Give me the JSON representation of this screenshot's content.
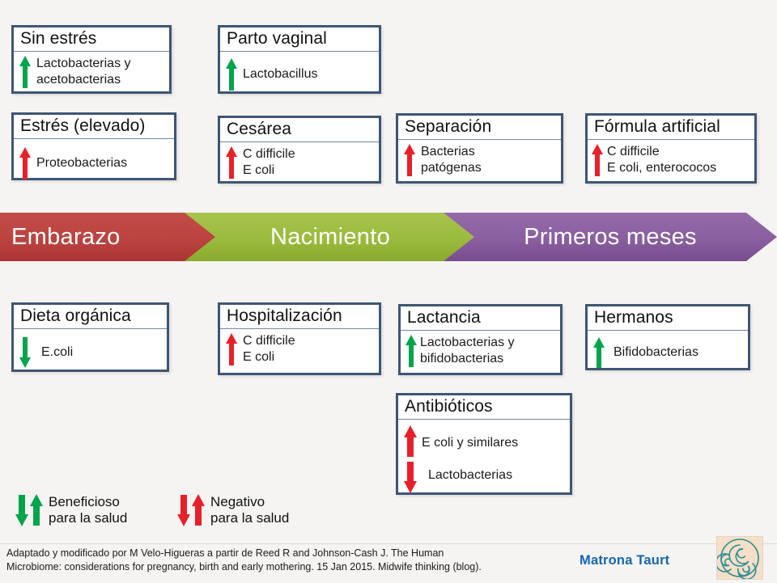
{
  "meta": {
    "background_color": "#f5f4f2",
    "box_border_color": "#3d5675",
    "up_good_color": "#00a44a",
    "up_bad_color": "#e8202a",
    "title_color": "#111111"
  },
  "stage_band": {
    "stages": [
      {
        "label": "Embarazo",
        "color": "#bf4340",
        "color_dark": "#a93532"
      },
      {
        "label": "Nacimiento",
        "color": "#9bbb3e",
        "color_dark": "#8aac2e"
      },
      {
        "label": "Primeros meses",
        "color": "#8a5fa0",
        "color_dark": "#7b4f92"
      }
    ]
  },
  "boxes": [
    {
      "id": "sin-estres",
      "title": "Sin estrés",
      "entries": [
        {
          "text": "Lactobacterias y",
          "direction": "up",
          "color": "good",
          "arrow": true
        },
        {
          "text": "acetobacterias",
          "direction": "up",
          "color": "good",
          "arrow": false
        }
      ]
    },
    {
      "id": "estres-elevado",
      "title": "Estrés (elevado)",
      "entries": [
        {
          "text": "Proteobacterias",
          "direction": "up",
          "color": "bad",
          "arrow": true
        }
      ]
    },
    {
      "id": "parto-vaginal",
      "title": "Parto vaginal",
      "entries": [
        {
          "text": "Lactobacillus",
          "direction": "up",
          "color": "good",
          "arrow": true
        }
      ]
    },
    {
      "id": "cesarea",
      "title": "Cesárea",
      "entries": [
        {
          "text": "C difficile",
          "direction": "up",
          "color": "bad",
          "arrow": true
        },
        {
          "text": "E coli",
          "direction": "up",
          "color": "bad",
          "arrow": false
        }
      ]
    },
    {
      "id": "separacion",
      "title": "Separación",
      "entries": [
        {
          "text": "Bacterias",
          "direction": "up",
          "color": "bad",
          "arrow": true
        },
        {
          "text": "patógenas",
          "direction": "up",
          "color": "bad",
          "arrow": false
        }
      ]
    },
    {
      "id": "formula-artificial",
      "title": "Fórmula artificial",
      "entries": [
        {
          "text": "C difficile",
          "direction": "up",
          "color": "bad",
          "arrow": true
        },
        {
          "text": "E coli, enterococos",
          "direction": "up",
          "color": "bad",
          "arrow": false
        }
      ]
    },
    {
      "id": "dieta-organica",
      "title": "Dieta orgánica",
      "entries": [
        {
          "text": "E.coli",
          "direction": "down",
          "color": "good",
          "arrow": true
        }
      ]
    },
    {
      "id": "hospitalizacion",
      "title": "Hospitalización",
      "entries": [
        {
          "text": "C difficile",
          "direction": "up",
          "color": "bad",
          "arrow": true
        },
        {
          "text": "E coli",
          "direction": "up",
          "color": "bad",
          "arrow": false
        }
      ]
    },
    {
      "id": "lactancia",
      "title": "Lactancia",
      "entries": [
        {
          "text": "Lactobacterias y",
          "direction": "up",
          "color": "good",
          "arrow": true
        },
        {
          "text": "bifidobacterias",
          "direction": "up",
          "color": "good",
          "arrow": false
        }
      ]
    },
    {
      "id": "hermanos",
      "title": "Hermanos",
      "entries": [
        {
          "text": "Bifidobacterias",
          "direction": "up",
          "color": "good",
          "arrow": true
        }
      ]
    },
    {
      "id": "antibioticos",
      "title": "Antibióticos",
      "entries": [
        {
          "text": "E coli y similares",
          "direction": "up",
          "color": "bad",
          "arrow": true
        },
        {
          "text": "Lactobacterias",
          "direction": "down",
          "color": "bad",
          "arrow": true
        }
      ]
    }
  ],
  "legend": {
    "beneficial": {
      "line1": "Beneficioso",
      "line2": "para la salud",
      "color": "good"
    },
    "negative": {
      "line1": "Negativo",
      "line2": "para la salud",
      "color": "bad"
    }
  },
  "footer": {
    "credit_line1": "Adaptado y modificado por M Velo-Higueras a partir de Reed R and Johnson-Cash J. The Human",
    "credit_line2": "Microbiome: considerations for pregnancy, birth and early mothering.  15 Jan 2015. Midwife thinking (blog).",
    "brand": "Matrona Taurt"
  }
}
